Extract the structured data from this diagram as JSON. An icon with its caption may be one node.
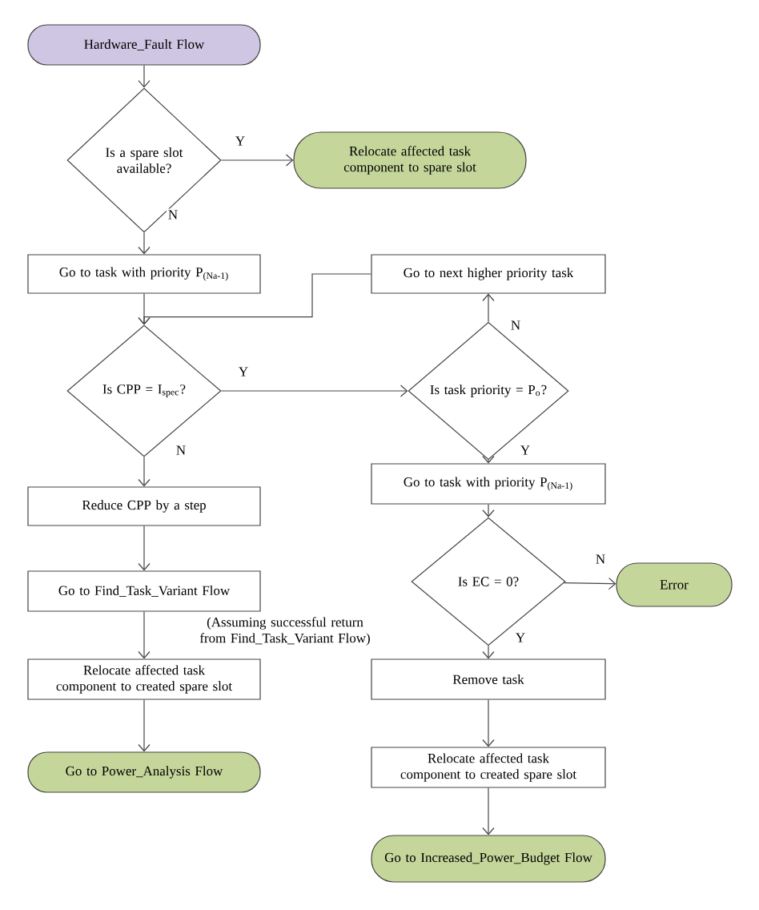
{
  "diagram": {
    "nodes": [
      {
        "text": [
          "Hardware_Fault Flow"
        ]
      },
      {
        "text": [
          "Is a spare slot available?"
        ]
      },
      {
        "text": [
          "Relocate affected task component to spare slot"
        ]
      },
      {
        "text": [
          "Go to task with priority P$_{(Na-1)}$"
        ]
      },
      {
        "text": [
          "Go to next higher priority task"
        ]
      },
      {
        "text": [
          "Is CPP = I$_{spec}$?"
        ]
      },
      {
        "text": [
          "Is task priority = P$_{o}$?"
        ]
      },
      {
        "text": [
          "Reduce CPP by a step"
        ]
      },
      {
        "text": [
          "Go to task with priority P$_{(Na-1)}$"
        ]
      },
      {
        "text": [
          "Go to Find_Task_Variant Flow"
        ]
      },
      {
        "text": [
          "Is EC = 0?"
        ]
      },
      {
        "text": [
          "Error"
        ]
      },
      {
        "text": [
          "Relocate affected task component to created spare slot"
        ]
      },
      {
        "text": [
          "Remove task"
        ]
      },
      {
        "text": [
          "Go to Power_Analysis Flow"
        ]
      },
      {
        "text": [
          "Relocate affected task component to created spare slot"
        ]
      },
      {
        "text": [
          "Go to Increased_Power_Budget Flow"
        ]
      }
    ],
    "edges": [
      {
        "from": 0,
        "to": 1,
        "arrow": "to"
      },
      {
        "from": 1,
        "to": 2,
        "arrow": "to",
        "label": "Y"
      },
      {
        "from": 1,
        "to": 3,
        "arrow": "to",
        "label": "N"
      },
      {
        "from": 3,
        "to": 5,
        "arrow": "to"
      },
      {
        "from": 6,
        "to": 4,
        "arrow": "to",
        "label": "N"
      },
      {
        "from": 4,
        "to": 5,
        "arrow": "to"
      },
      {
        "from": 5,
        "to": 6,
        "arrow": "to",
        "label": "Y"
      },
      {
        "from": 5,
        "to": 7,
        "arrow": "to",
        "label": "N"
      },
      {
        "from": 6,
        "to": 8,
        "arrow": "to",
        "label": "Y"
      },
      {
        "from": 7,
        "to": 9,
        "arrow": "to"
      },
      {
        "from": 8,
        "to": 10,
        "arrow": "to"
      },
      {
        "from": 10,
        "to": 11,
        "arrow": "to",
        "label": "N"
      },
      {
        "from": 10,
        "to": 13,
        "arrow": "to",
        "label": "Y"
      },
      {
        "from": 9,
        "to": 12,
        "arrow": "to",
        "label": "(Assuming successful return from Find_Task_Variant Flow)"
      },
      {
        "from": 12,
        "to": 14,
        "arrow": "to"
      },
      {
        "from": 13,
        "to": 15,
        "arrow": "to"
      },
      {
        "from": 15,
        "to": 16,
        "arrow": "to"
      }
    ]
  }
}
